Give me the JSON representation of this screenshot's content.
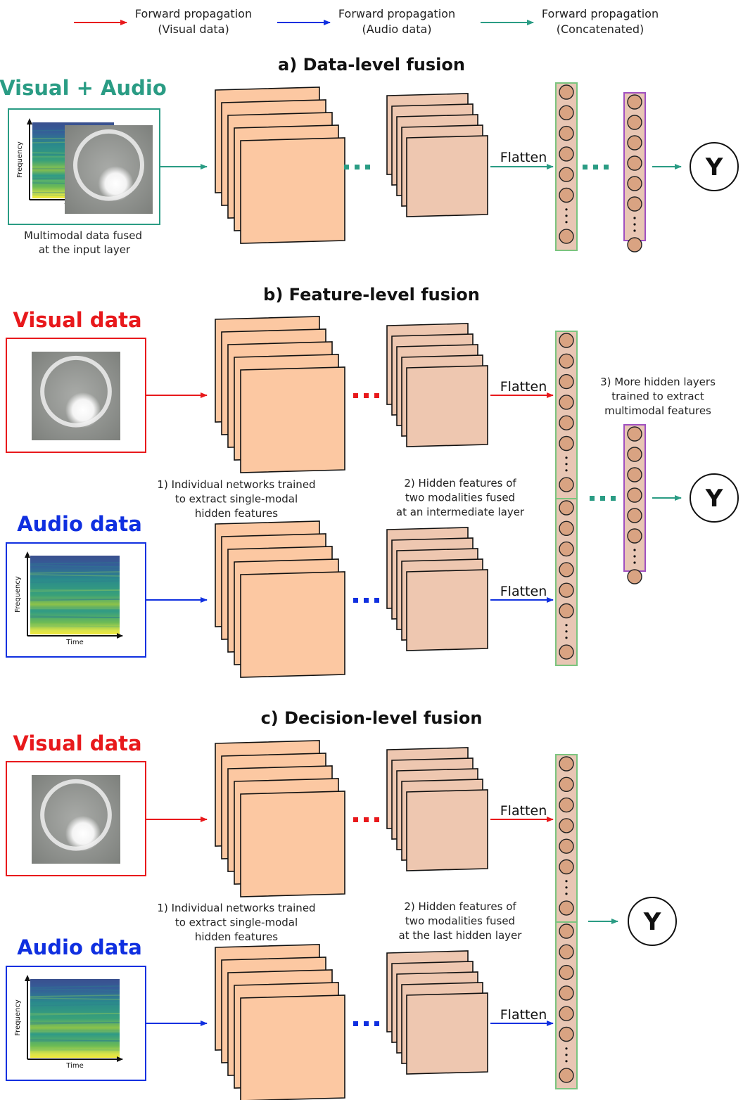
{
  "colors": {
    "visual": "#e8191c",
    "audio": "#1030e0",
    "concat": "#2a9c84",
    "layer_front": "#fcc8a2",
    "layer_back": "#eec7b0",
    "neuron": "#d9a382",
    "fc_green": "#7bc47f",
    "fc_purple": "#a050c0"
  },
  "legend": {
    "visual": {
      "line1": "Forward propagation",
      "line2": "(Visual data)"
    },
    "audio": {
      "line1": "Forward propagation",
      "line2": "(Audio data)"
    },
    "concat": {
      "line1": "Forward propagation",
      "line2": "(Concatenated)"
    }
  },
  "sections": {
    "a": {
      "title": "a) Data-level fusion",
      "input_label": "Visual + Audio",
      "caption_line1": "Multimodal data fused",
      "caption_line2": "at the input layer",
      "flatten": "Flatten",
      "output": "Y"
    },
    "b": {
      "title": "b) Feature-level fusion",
      "visual_label": "Visual data",
      "audio_label": "Audio data",
      "note1": [
        "1) Individual networks trained",
        "to extract single-modal",
        "hidden features"
      ],
      "note2": [
        "2) Hidden features of",
        "two modalities fused",
        "at an intermediate layer"
      ],
      "note3": [
        "3) More hidden layers",
        "trained to extract",
        "multimodal features"
      ],
      "flatten_top": "Flatten",
      "flatten_bottom": "Flatten",
      "output": "Y"
    },
    "c": {
      "title": "c) Decision-level fusion",
      "visual_label": "Visual data",
      "audio_label": "Audio data",
      "note1": [
        "1) Individual networks trained",
        "to extract single-modal",
        "hidden features"
      ],
      "note2": [
        "2) Hidden features of",
        "two modalities fused",
        "at the last hidden layer"
      ],
      "flatten_top": "Flatten",
      "flatten_bottom": "Flatten",
      "output": "Y"
    }
  },
  "spectrogram": {
    "xlabel": "Time",
    "ylabel": "Frequency"
  }
}
